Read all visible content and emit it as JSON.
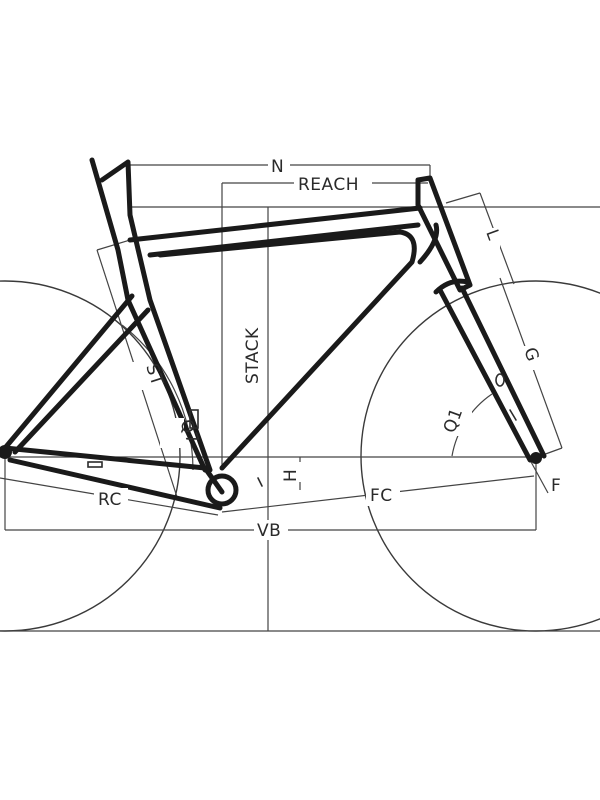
{
  "labels": {
    "n": "N",
    "reach": "REACH",
    "stack": "STACK",
    "l": "L",
    "g": "G",
    "st": "ST",
    "q1": "Q1",
    "q7": "Q7",
    "h": "H",
    "rc": "RC",
    "fc": "FC",
    "f": "F",
    "vb": "VB"
  },
  "colors": {
    "line": "#1a1a1a",
    "background": "#ffffff"
  }
}
